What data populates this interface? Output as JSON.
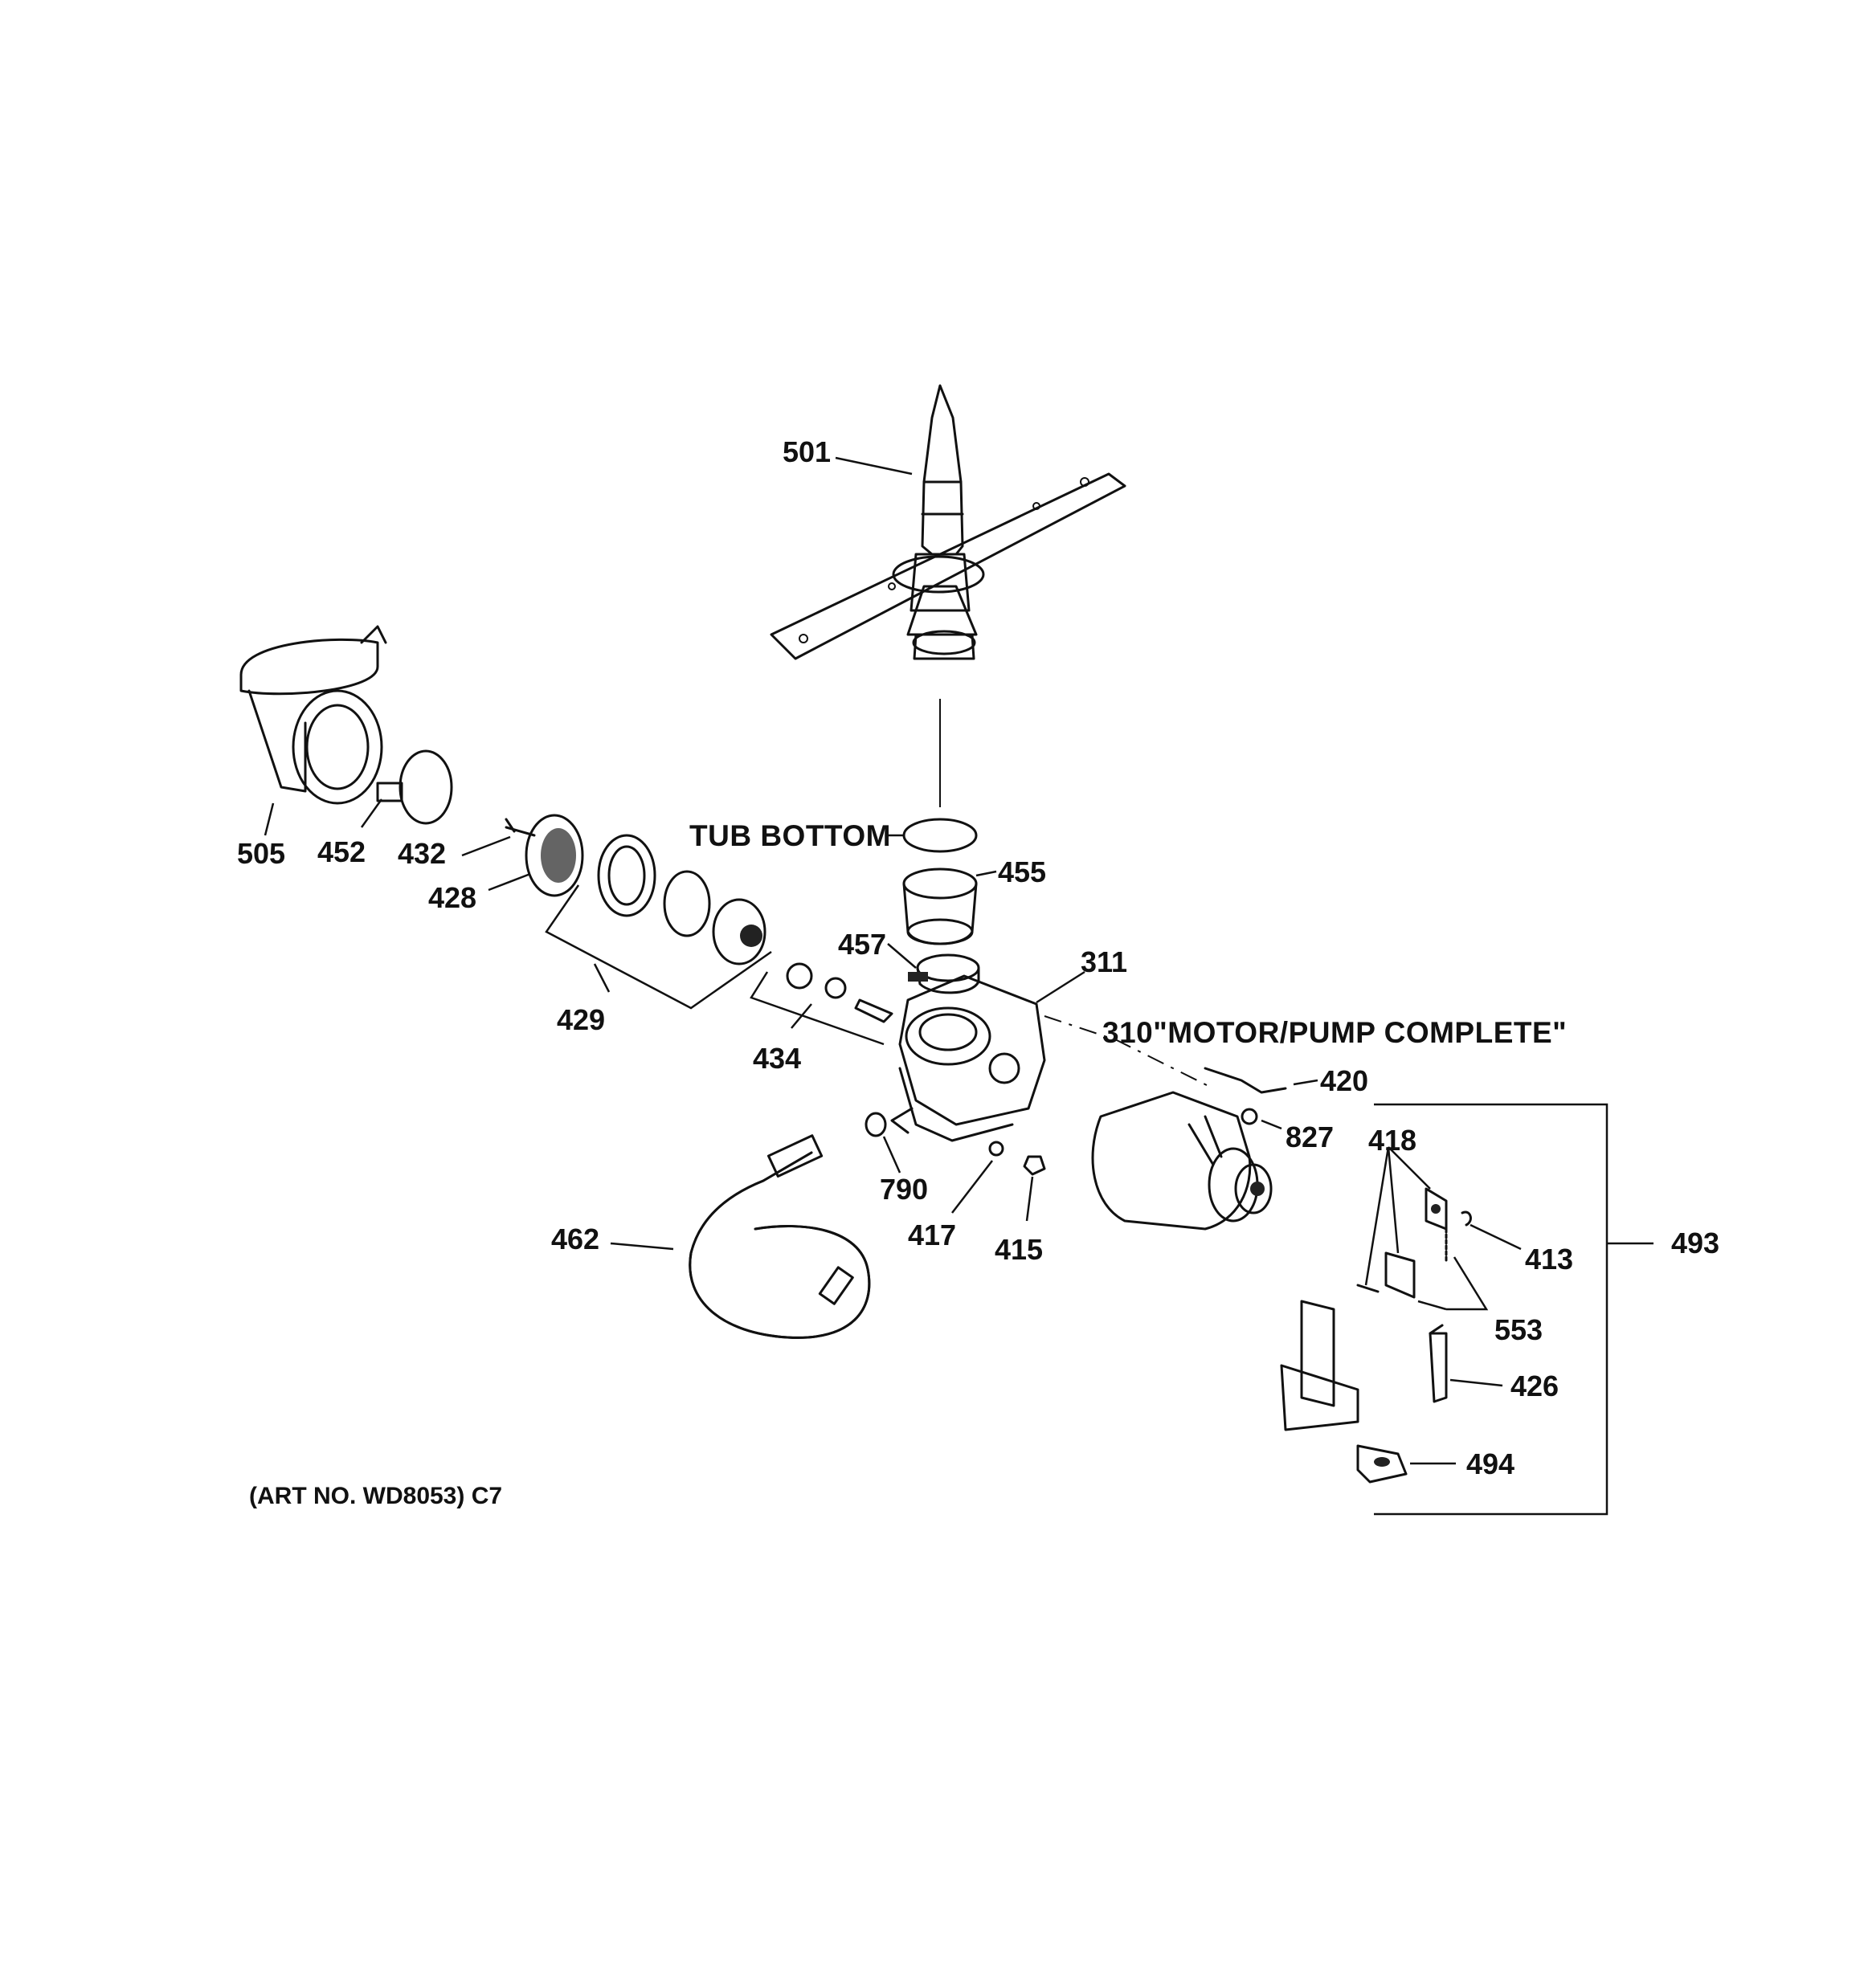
{
  "diagram": {
    "art_number": "(ART NO. WD8053) C7",
    "tub_bottom_label": "TUB BOTTOM",
    "motor_pump_label": "310\"MOTOR/PUMP COMPLETE\"",
    "callouts": {
      "c501": "501",
      "c505": "505",
      "c452": "452",
      "c432": "432",
      "c428": "428",
      "c429": "429",
      "c455": "455",
      "c457": "457",
      "c311": "311",
      "c434": "434",
      "c420": "420",
      "c827": "827",
      "c418": "418",
      "c790": "790",
      "c417": "417",
      "c415": "415",
      "c462": "462",
      "c413": "413",
      "c493": "493",
      "c553": "553",
      "c426": "426",
      "c494": "494"
    }
  }
}
